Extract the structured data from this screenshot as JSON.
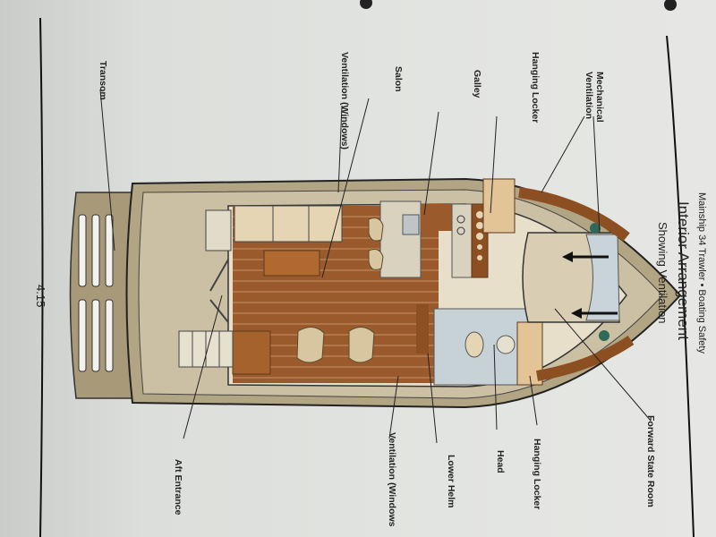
{
  "header": {
    "running_head": "Mainship 34 Trawler • Boating Safety",
    "title": "Interior Arrangement",
    "subtitle": "Showing Ventilation"
  },
  "page_number": "4.15",
  "labels": {
    "transom": "Transom",
    "ventilation_windows_top": "Ventilation (Windows)",
    "salon": "Salon",
    "galley": "Galley",
    "hanging_locker_top": "Hanging Locker",
    "mechanical_ventilation": "Mechanical\nVentilation",
    "mechanical": "Mechanical",
    "ventilation": "Ventilation",
    "forward_state_room": "Forward State Room",
    "hanging_locker_bottom": "Hanging Locker",
    "head": "Head",
    "lower_helm": "Lower Helm",
    "ventilation_windows_bottom": "Ventilation (Windows",
    "aft_entrance": "Aft Entrance"
  },
  "colors": {
    "hull_tan": "#c9bd9f",
    "deck_dark": "#8a7c5c",
    "teak": "#9a5a2c",
    "cushion": "#e6d5b4",
    "counter": "#d8d2be",
    "head_blue": "#c7d2d6"
  }
}
